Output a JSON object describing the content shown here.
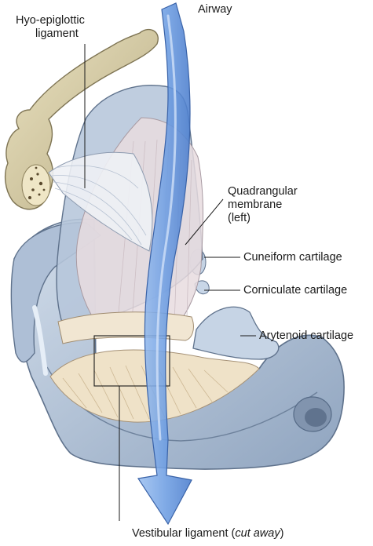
{
  "labels": {
    "airway": "Airway",
    "hyo_epiglottic": [
      "Hyo-epiglottic",
      "ligament"
    ],
    "quadrangular": [
      "Quadrangular",
      "membrane",
      "(left)"
    ],
    "cuneiform": "Cuneiform cartilage",
    "corniculate": "Corniculate cartilage",
    "arytenoid": "Arytenoid cartilage",
    "vestibular_main": "Vestibular ligament (",
    "vestibular_italic": "cut away",
    "vestibular_close": ")"
  },
  "colors": {
    "cartilage_blue": "#b9c9dd",
    "cartilage_dark": "#7f93ad",
    "bone": "#d9cfa8",
    "membrane": "#dcd3d9",
    "ligament": "#efe3cf",
    "arrow": "#6f9fe3",
    "arrow_dark": "#3f6fc0"
  }
}
